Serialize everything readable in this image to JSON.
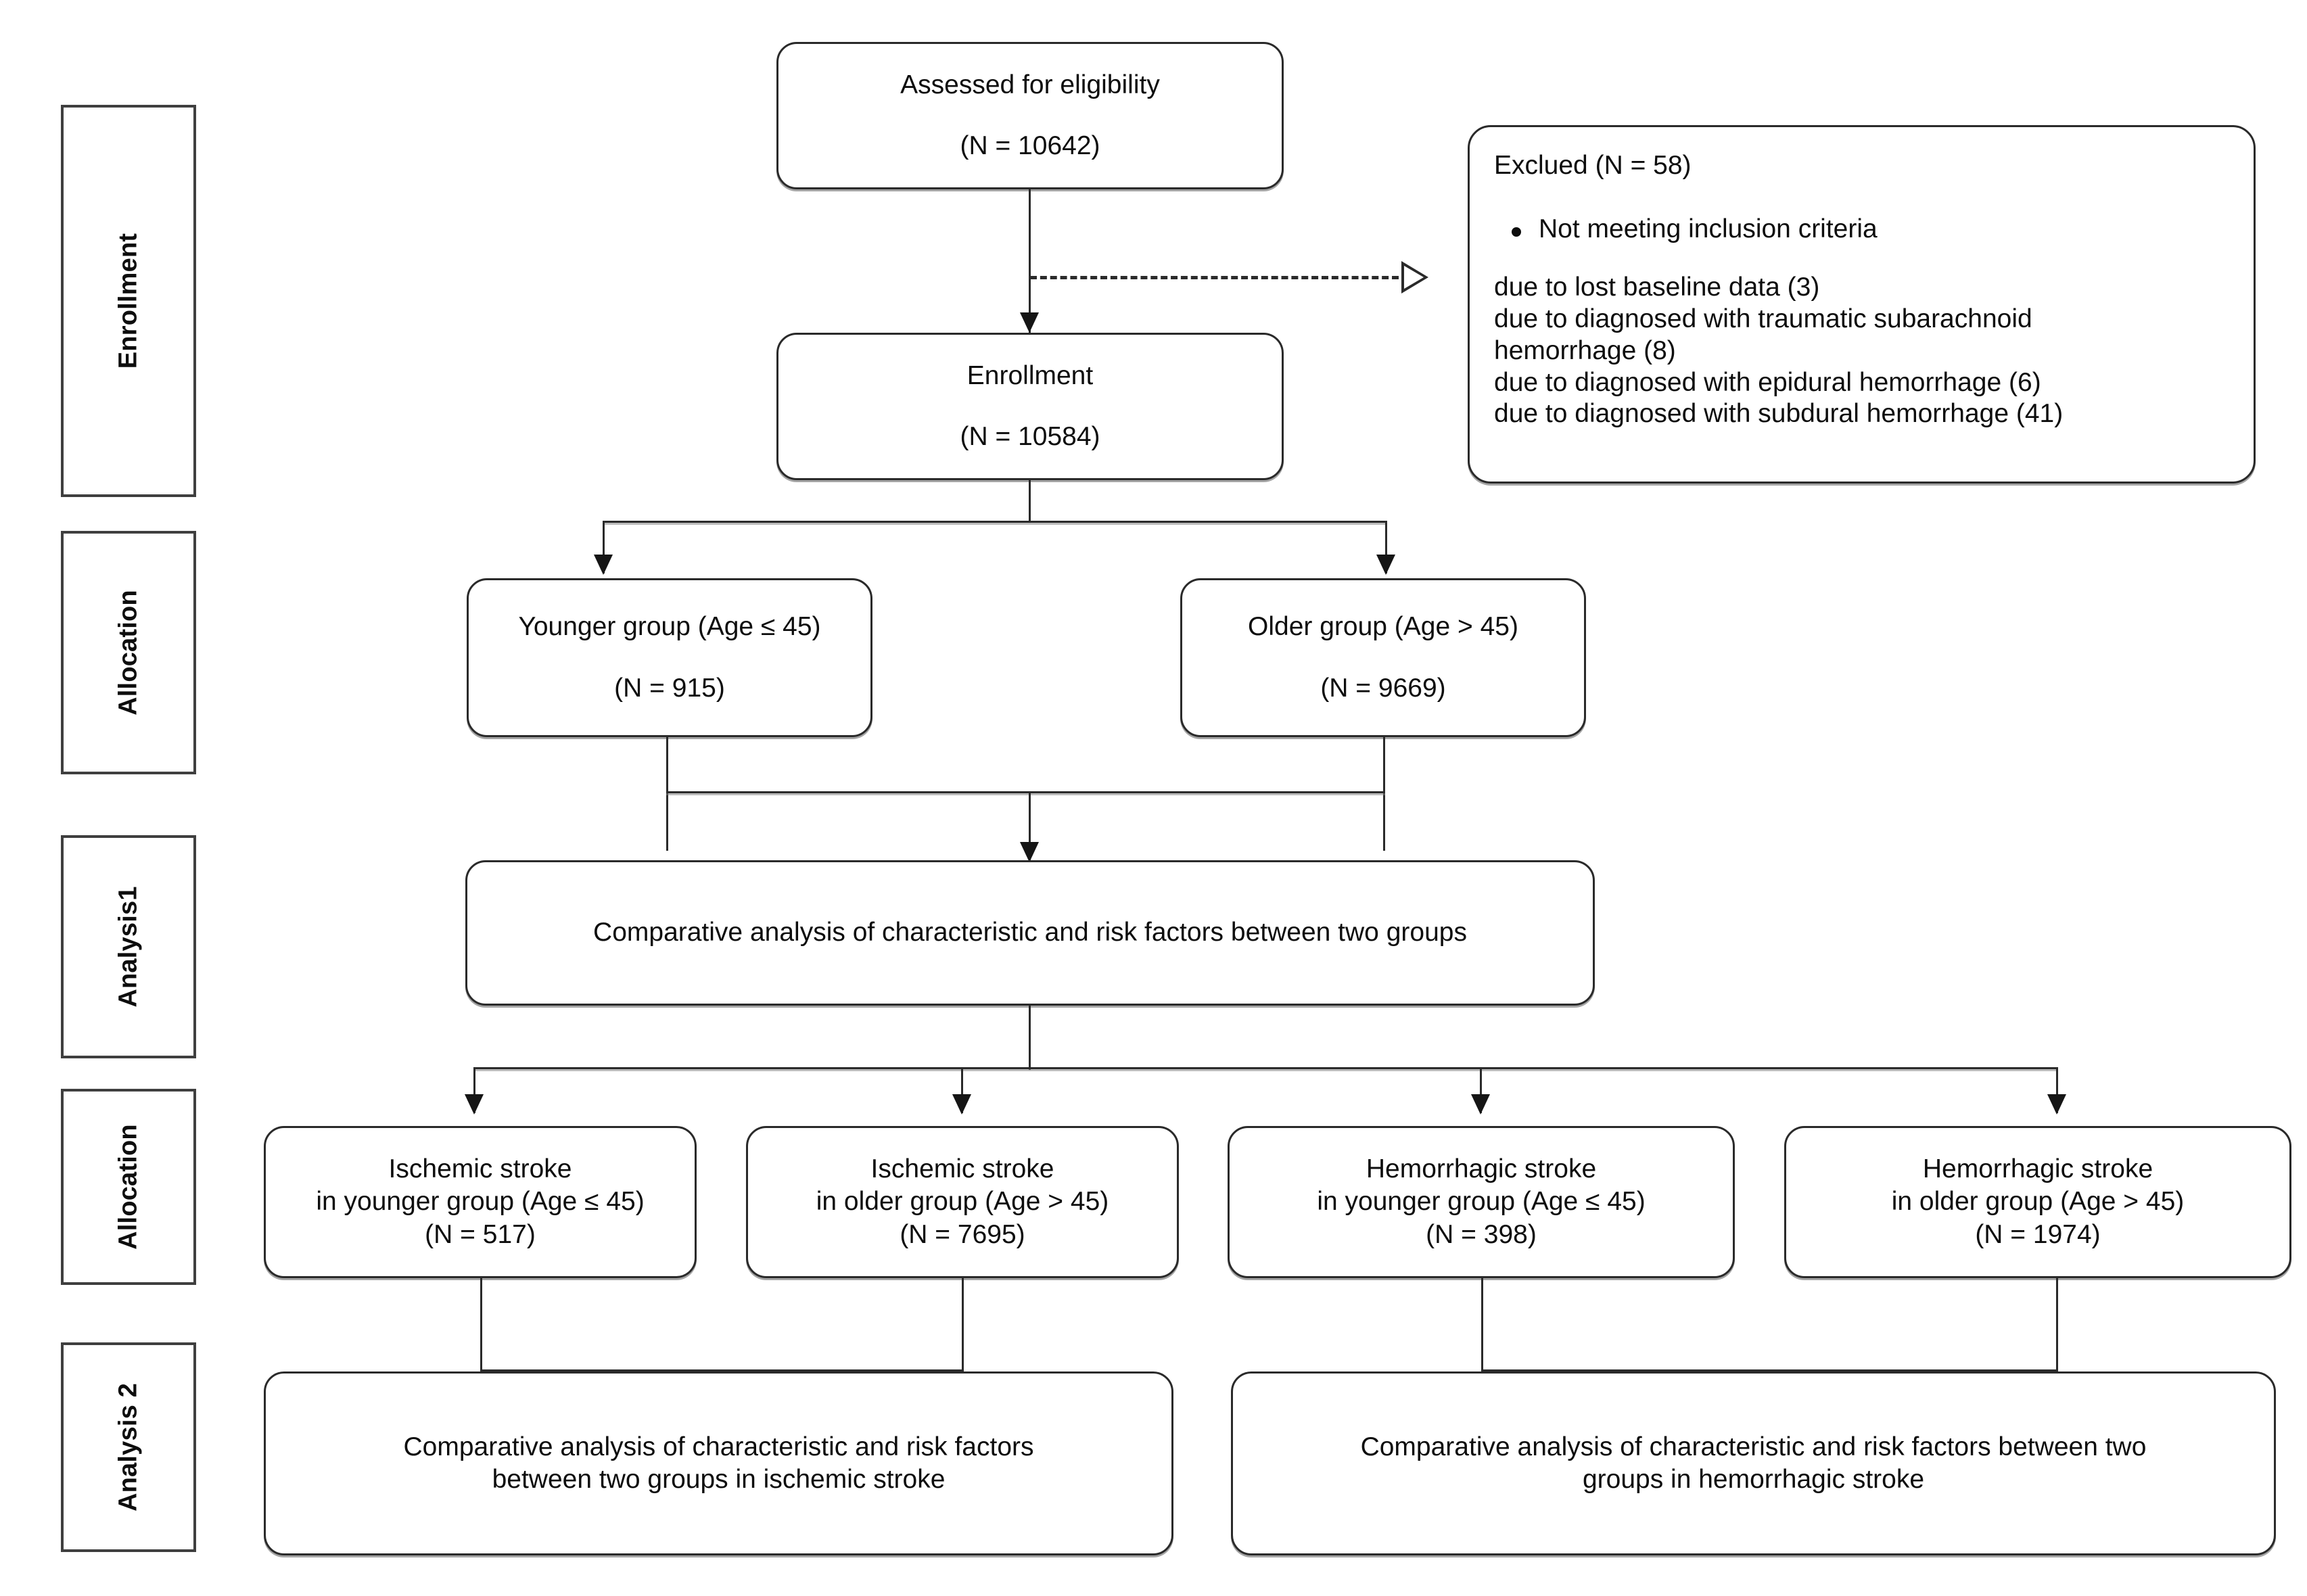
{
  "figure": {
    "type": "flowchart",
    "description": "CONSORT-style participant flow diagram for a stroke study"
  },
  "stages": [
    {
      "id": "stage-enrollment",
      "label": "Enrollment"
    },
    {
      "id": "stage-allocation-1",
      "label": "Allocation"
    },
    {
      "id": "stage-analysis-1",
      "label": "Analysis1"
    },
    {
      "id": "stage-allocation-2",
      "label": "Allocation"
    },
    {
      "id": "stage-analysis-2",
      "label": "Analysis 2"
    }
  ],
  "nodes": {
    "assessed": {
      "line1": "Assessed for eligibility",
      "line2": "(N = 10642)"
    },
    "enrollment": {
      "line1": "Enrollment",
      "line2": "(N = 10584)"
    },
    "excluded": {
      "title": "Exclued (N = 58)",
      "bullet": "Not meeting inclusion criteria",
      "reasons": [
        "due to lost baseline data (3)",
        "due to diagnosed with traumatic subarachnoid",
        "hemorrhage (8)",
        "due to diagnosed with epidural hemorrhage (6)",
        "due to diagnosed with subdural hemorrhage (41)"
      ]
    },
    "younger_group": {
      "line1": "Younger group (Age ≤ 45)",
      "line2": "(N = 915)"
    },
    "older_group": {
      "line1": "Older group (Age > 45)",
      "line2": "(N = 9669)"
    },
    "analysis_1": {
      "line1": "Comparative analysis of characteristic and risk factors between two groups"
    },
    "ischemic_younger": {
      "line1": "Ischemic stroke",
      "line2": "in younger group (Age ≤ 45)",
      "line3": "(N = 517)"
    },
    "ischemic_older": {
      "line1": "Ischemic stroke",
      "line2": "in older group (Age > 45)",
      "line3": "(N = 7695)"
    },
    "hemorrhagic_younger": {
      "line1": "Hemorrhagic stroke",
      "line2": "in younger group (Age ≤ 45)",
      "line3": "(N = 398)"
    },
    "hemorrhagic_older": {
      "line1": "Hemorrhagic stroke",
      "line2": "in older group (Age > 45)",
      "line3": "(N = 1974)"
    },
    "analysis_2_ischemic": {
      "line1": "Comparative analysis of characteristic and risk factors",
      "line2": "between two groups in ischemic stroke"
    },
    "analysis_2_hemorrhagic": {
      "line1": "Comparative analysis of characteristic and risk factors between two",
      "line2": "groups in hemorrhagic stroke"
    }
  },
  "colors": {
    "background": "#ffffff",
    "box_border": "#2a2a2a",
    "stage_border": "#3f3f3f",
    "text": "#0d0d0d",
    "connector": "#2a2a2a"
  }
}
